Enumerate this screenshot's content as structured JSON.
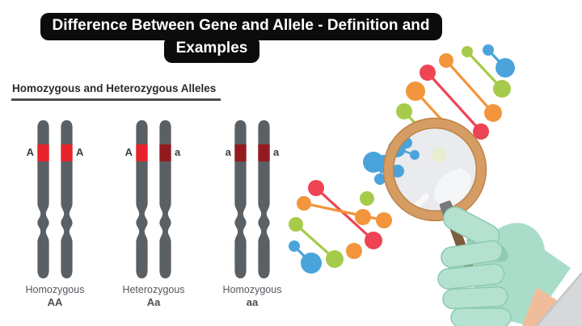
{
  "title": {
    "line1": "Difference Between Gene and Allele - Definition and",
    "line2": "Examples"
  },
  "heading": "Homozygous and Heterozygous Alleles",
  "pairs": [
    {
      "left_allele": "A",
      "right_allele": "A",
      "left_band_color": "#e8222b",
      "right_band_color": "#e8222b",
      "label": "Homozygous",
      "genotype": "AA"
    },
    {
      "left_allele": "A",
      "right_allele": "a",
      "left_band_color": "#e8222b",
      "right_band_color": "#931b20",
      "label": "Heterozygous",
      "genotype": "Aa"
    },
    {
      "left_allele": "a",
      "right_allele": "a",
      "left_band_color": "#931b20",
      "right_band_color": "#931b20",
      "label": "Homozygous",
      "genotype": "aa"
    }
  ],
  "icons": [
    "dna-helix-icon",
    "magnifying-glass-icon",
    "gloved-hand-icon",
    "lab-coat-sleeve",
    "chromatid-icon"
  ],
  "colors": {
    "background": "#ffffff",
    "banner_bg": "#0c0c0c",
    "banner_text": "#ffffff",
    "heading_text": "#2b2b2b",
    "underline": "#4d4d4d",
    "chromosome": "#5b6065",
    "allele_text": "#3a3d40",
    "label_text": "#54585d",
    "bright_red_band": "#e8222b",
    "dark_red_band": "#931b20",
    "dna_red": "#ee4453",
    "dna_orange": "#f2953c",
    "dna_green": "#a6cb4b",
    "dna_blue": "#4aa4db",
    "dna_pale_green": "#e7edcf",
    "rim": "#d59c64",
    "rim_edge": "#bd8044",
    "lens": "#e9ebee",
    "ferrule": "#77787a",
    "handle": "#7e5c3e",
    "glove": "#aaddc9",
    "glove_light": "#b5e2d0",
    "glove_shade": "#8cc9b1",
    "skin": "#f0bd9b",
    "sleeve": "#d7d8da",
    "sleeve_edge": "#c3c5c8"
  }
}
